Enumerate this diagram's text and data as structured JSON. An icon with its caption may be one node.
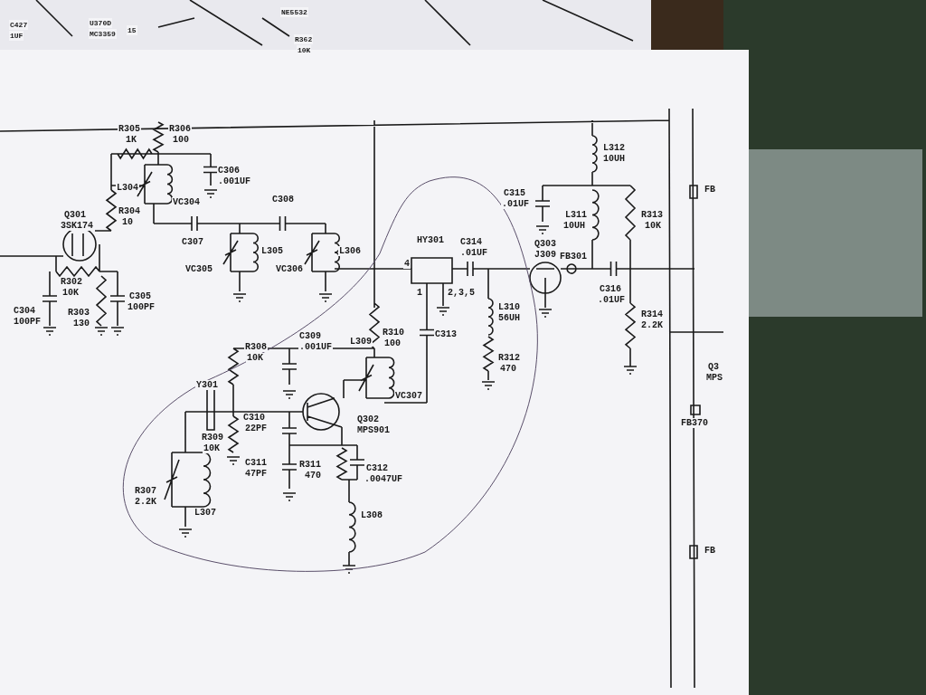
{
  "diagram": {
    "labels": [
      "C427",
      "1UF",
      "U370D",
      "MC3359",
      "15",
      "NE5532",
      "R362",
      "10K",
      "R305",
      "1K",
      "R306",
      "100",
      "C306",
      ".001UF",
      "L304",
      "VC304",
      "C308",
      "Q301",
      "3SK174",
      "R304",
      "10",
      "C307",
      "HY301",
      "C314",
      ".01UF",
      "Q303",
      "J309",
      "FB301",
      "L305",
      "L306",
      "VC305",
      "VC306",
      "4",
      "1",
      "2,3,5",
      "R302",
      "10K",
      "C316",
      ".01UF",
      "C304",
      "100PF",
      "R303",
      "130",
      "C305",
      "100PF",
      "L310",
      "56UH",
      "R310",
      "100",
      "R312",
      "470",
      "C313",
      "L312",
      "10UH",
      "C315",
      ".01UF",
      "L311",
      "10UH",
      "R313",
      "10K",
      "R314",
      "2.2K",
      "FB",
      "Q3",
      "MPS",
      "C309",
      ".001UF",
      "L309",
      "R308",
      "10K",
      "Y301",
      "VC307",
      "Q302",
      "MPS901",
      "C310",
      "22PF",
      "R309",
      "10K",
      "C311",
      "47PF",
      "R311",
      "470",
      "C312",
      ".0047UF",
      "R307",
      "2.2K",
      "L307",
      "L308",
      "FB370",
      "FB"
    ]
  }
}
